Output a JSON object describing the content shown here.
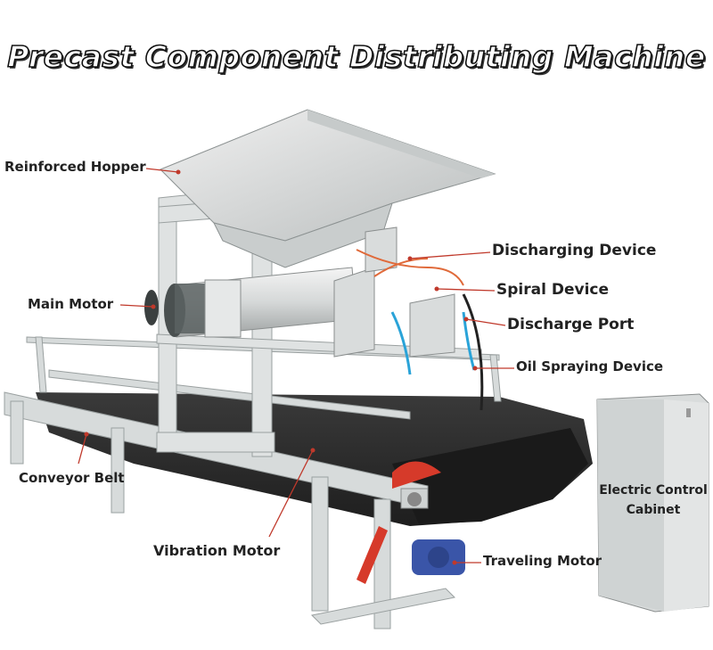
{
  "title": "Precast Component Distributing Machine",
  "labels": {
    "reinforced_hopper": "Reinforced Hopper",
    "main_motor": "Main Motor",
    "conveyor_belt": "Conveyor Belt",
    "vibration_motor": "Vibration Motor",
    "discharging_device": "Discharging Device",
    "spiral_device": "Spiral Device",
    "discharge_port": "Discharge Port",
    "oil_spraying_device": "Oil Spraying Device",
    "electric_control_cabinet": "Electric Control Cabinet",
    "traveling_motor": "Traveling Motor"
  },
  "colors": {
    "leader_line": "#c0392b",
    "frame": "#d8dcdc",
    "belt": "#2b2b2b",
    "motor_blue": "#3a55a8",
    "guard_red": "#d63a2a"
  }
}
